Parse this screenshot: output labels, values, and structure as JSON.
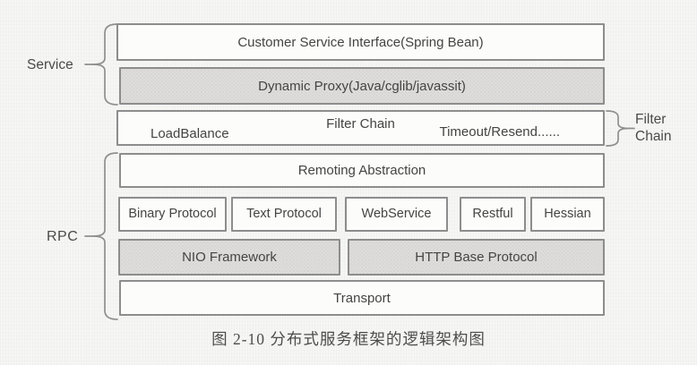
{
  "page": {
    "caption": "图 2-10  分布式服务框架的逻辑架构图"
  },
  "colors": {
    "box_border": "#8d8d8d",
    "box_fill_white": "#fcfcfa",
    "box_fill_gray": "#dedddb",
    "text": "#444444",
    "page_background": "#f6f6f4"
  },
  "groups": {
    "service": {
      "label": "Service",
      "boxes": [
        {
          "label": "Customer Service Interface(Spring Bean)",
          "style": "white"
        },
        {
          "label": "Dynamic Proxy(Java/cglib/javassit)",
          "style": "gray"
        }
      ]
    },
    "filter_chain": {
      "label_line1": "Filter",
      "label_line2": "Chain",
      "box": {
        "left": "LoadBalance",
        "center": "Filter Chain",
        "right": "Timeout/Resend......"
      }
    },
    "rpc": {
      "label": "RPC",
      "remoting": "Remoting Abstraction",
      "protocols": [
        "Binary Protocol",
        "Text Protocol",
        "WebService",
        "Restful",
        "Hessian"
      ],
      "frameworks": [
        "NIO Framework",
        "HTTP Base Protocol"
      ],
      "transport": "Transport"
    }
  }
}
